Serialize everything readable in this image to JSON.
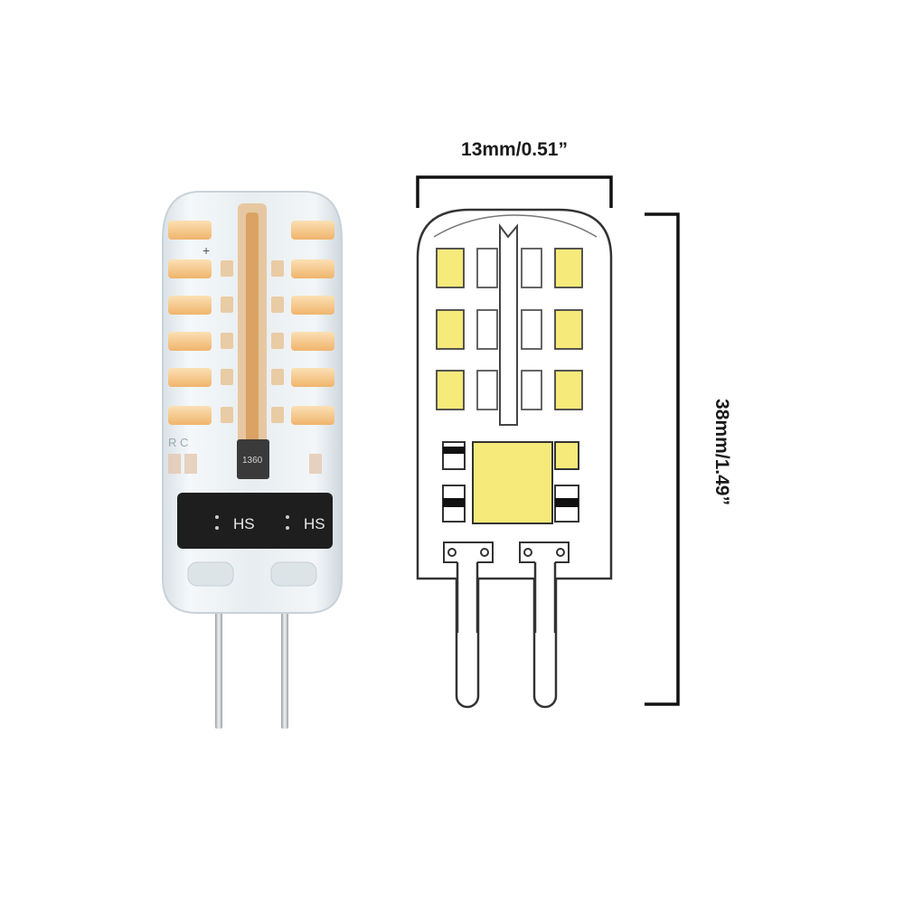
{
  "dimensions": {
    "width_label": "13mm/0.51”",
    "height_label": "38mm/1.49”"
  },
  "photo_bulb": {
    "chip_marking": "HS",
    "component_marking": "1360",
    "polarity_plus": "+",
    "board_letters": "R C"
  },
  "colors": {
    "warm_led": "#f6c98a",
    "silicone": "#eef2f4",
    "outline": "#333333",
    "diagram_led": "#f5ea7a"
  }
}
